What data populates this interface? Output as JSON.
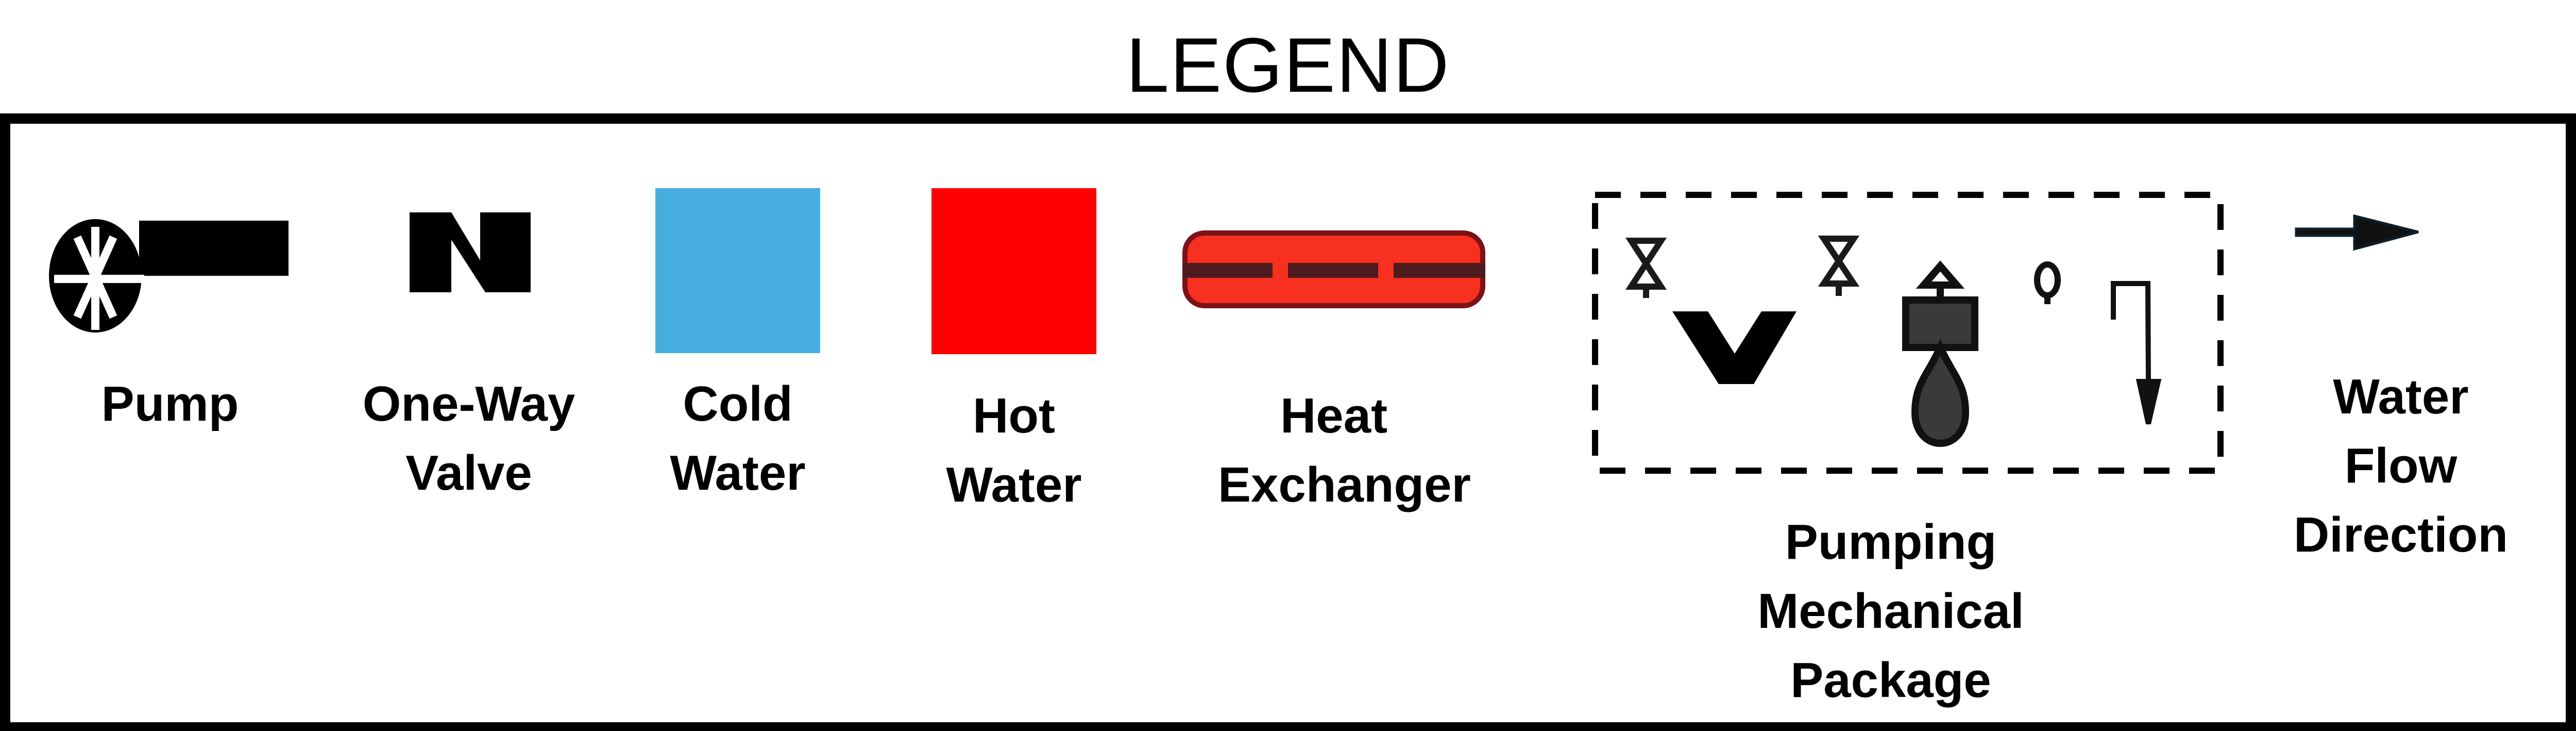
{
  "title": "LEGEND",
  "items": [
    {
      "label_lines": [
        "Pump"
      ],
      "icon": "pump-icon"
    },
    {
      "label_lines": [
        "One-Way",
        "Valve"
      ],
      "icon": "one-way-valve-icon"
    },
    {
      "label_lines": [
        "Cold",
        "Water"
      ],
      "icon": "cold-water-swatch",
      "color": "#47afdf"
    },
    {
      "label_lines": [
        "Hot",
        "Water"
      ],
      "icon": "hot-water-swatch",
      "color": "#ff0000"
    },
    {
      "label_lines": [
        "Heat",
        "Exchanger"
      ],
      "icon": "heat-exchanger-icon",
      "color": "#f7301f",
      "border_color": "#7b1218",
      "line_color": "#4e1b1c"
    },
    {
      "label_lines": [
        "Pumping",
        "Mechanical",
        "Package"
      ],
      "icon": "pumping-mechanical-package-icon",
      "fill_color": "#3a3a3a"
    },
    {
      "label_lines": [
        "Water",
        "Flow",
        "Direction"
      ],
      "icon": "flow-arrow-icon",
      "color": "#0d1f2d"
    }
  ]
}
